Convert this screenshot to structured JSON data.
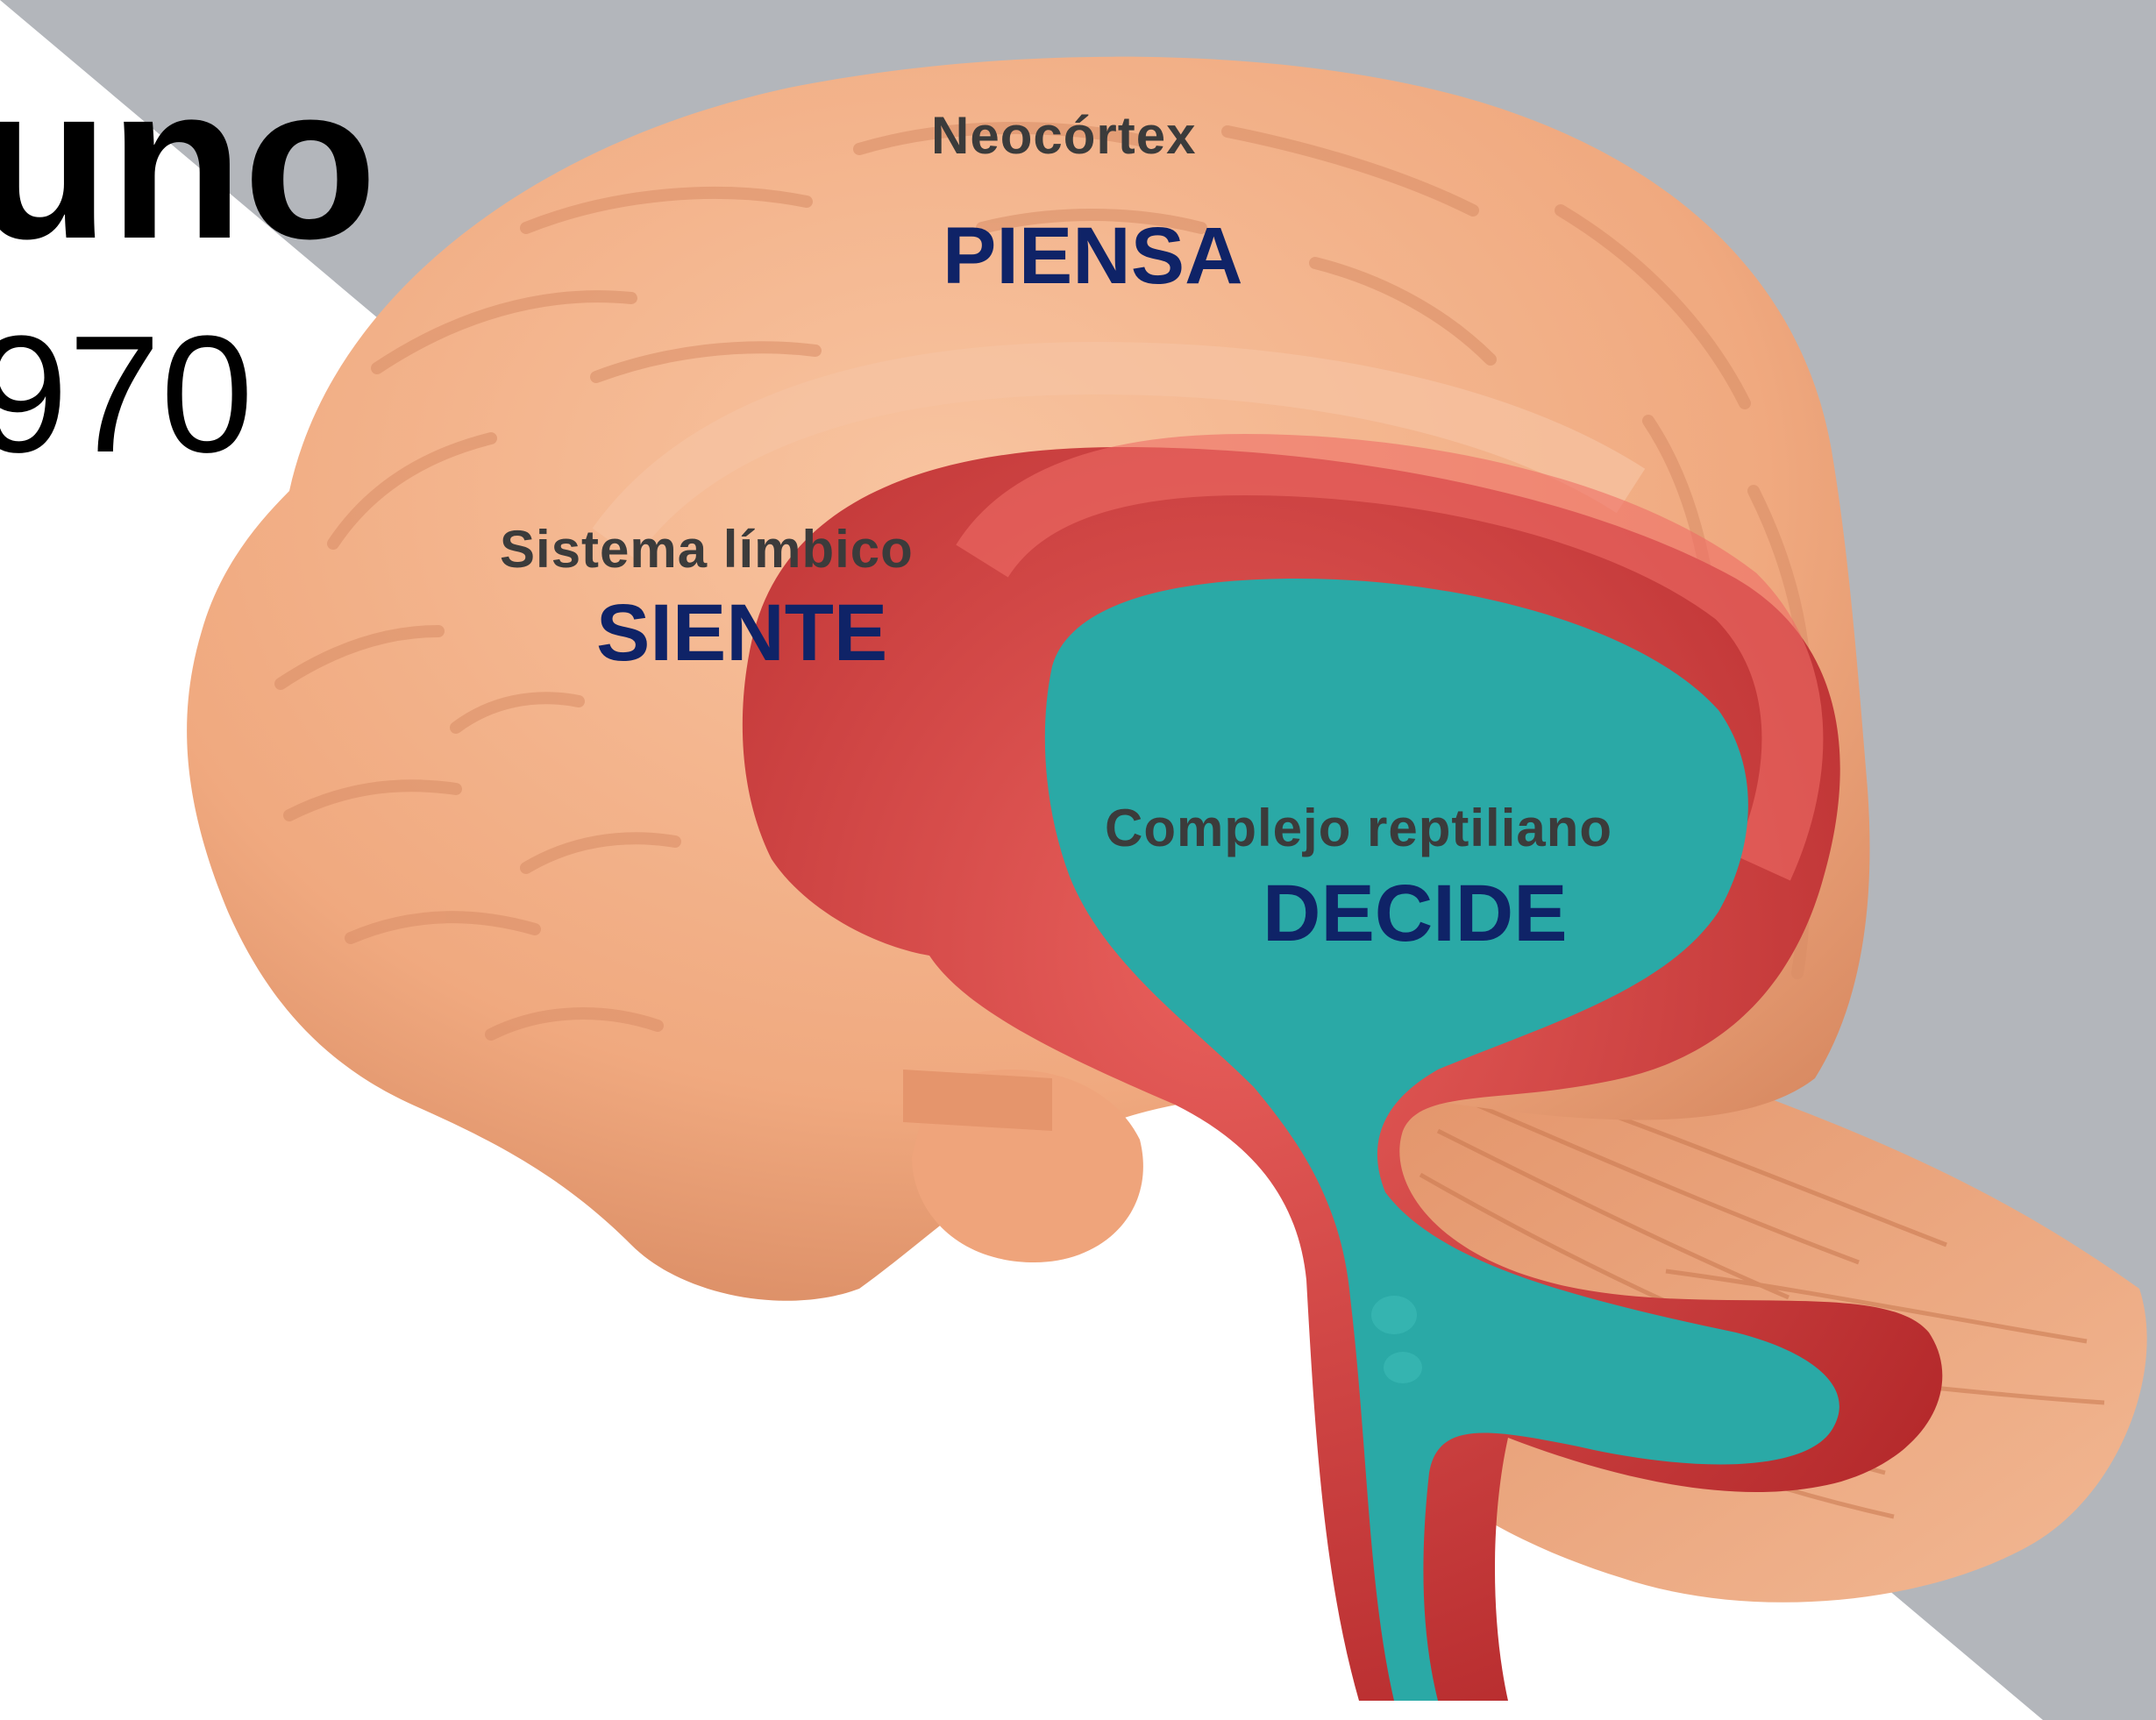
{
  "slide": {
    "title_fragment": "uno",
    "year_fragment": "970",
    "colors": {
      "background_gray": "#b3b6bb",
      "brain_skin": "#f3b289",
      "limbic_red": "#e0403e",
      "reptilian_teal": "#2aa9a6",
      "label_navy": "#0f2367"
    }
  },
  "brain": {
    "neocortex": {
      "name": "Neocórtex",
      "action": "PIENSA"
    },
    "limbic": {
      "name": "Sistema límbico",
      "action": "SIENTE"
    },
    "reptilian": {
      "name": "Complejo reptiliano",
      "action": "DECIDE"
    }
  }
}
